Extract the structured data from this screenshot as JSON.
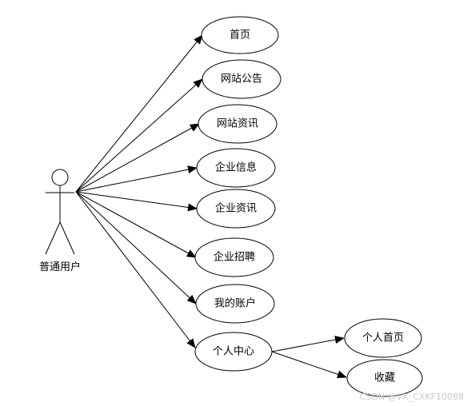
{
  "actor": {
    "name": "普通用户"
  },
  "use_cases": [
    {
      "id": "home",
      "label": "首页"
    },
    {
      "id": "announcement",
      "label": "网站公告"
    },
    {
      "id": "site_news",
      "label": "网站资讯"
    },
    {
      "id": "company_info",
      "label": "企业信息"
    },
    {
      "id": "company_news",
      "label": "企业资讯"
    },
    {
      "id": "recruitment",
      "label": "企业招聘"
    },
    {
      "id": "my_account",
      "label": "我的账户"
    },
    {
      "id": "personal_center",
      "label": "个人中心"
    }
  ],
  "sub_use_cases": [
    {
      "id": "personal_home",
      "label": "个人首页",
      "parent": "personal_center"
    },
    {
      "id": "favorites",
      "label": "收藏",
      "parent": "personal_center"
    }
  ],
  "watermark": "CSDN @VX_CXKF10088"
}
